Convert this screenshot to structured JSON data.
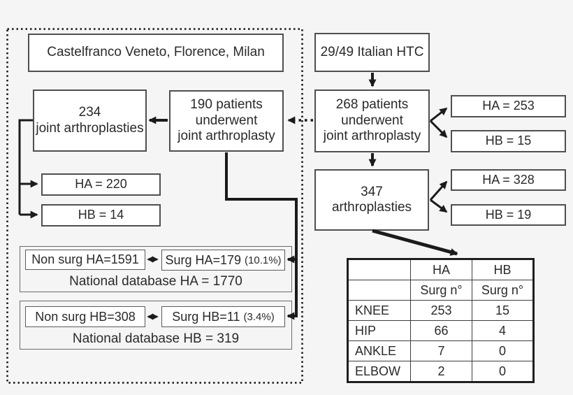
{
  "colors": {
    "background": "#f5f5f5",
    "box_fill": "#ffffff",
    "box_border": "#4f4f4f",
    "line_ink": "#1b1b1b"
  },
  "nodes": {
    "centers": "Castelfranco Veneto, Florence, Milan",
    "htc": "29/49 Italian HTC",
    "arthroplasties_234": "234\njoint arthroplasties",
    "patients_190": "190 patients\nunderwent\njoint arthroplasty",
    "patients_268": "268 patients\nunderwent\njoint arthroplasty",
    "arthroplasties_347": "347\narthroplasties",
    "ha_253": "HA = 253",
    "hb_15": "HB = 15",
    "ha_328": "HA = 328",
    "hb_19": "HB = 19",
    "ha_220": "HA = 220",
    "hb_14": "HB = 14"
  },
  "national_db_ha": {
    "non_surg": "Non surg HA=1591",
    "surg": "Surg HA=179",
    "surg_pct": "(10.1%)",
    "caption": "National database HA = 1770"
  },
  "national_db_hb": {
    "non_surg": "Non surg HB=308",
    "surg": "Surg HB=11",
    "surg_pct": "(3.4%)",
    "caption": "National database HB = 319"
  },
  "table": {
    "col_headers": [
      "",
      "HA",
      "HB"
    ],
    "sub_headers": [
      "",
      "Surg n°",
      "Surg n°"
    ],
    "rows": [
      {
        "label": "KNEE",
        "ha": "253",
        "hb": "15"
      },
      {
        "label": "HIP",
        "ha": "66",
        "hb": "4"
      },
      {
        "label": "ANKLE",
        "ha": "7",
        "hb": "0"
      },
      {
        "label": "ELBOW",
        "ha": "2",
        "hb": "0"
      }
    ]
  }
}
